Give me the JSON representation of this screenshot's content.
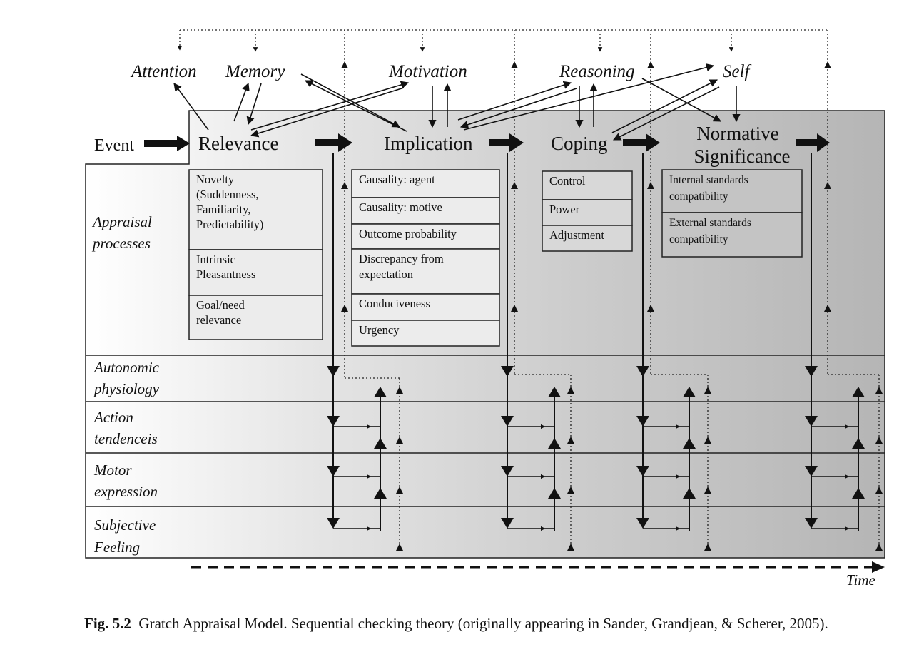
{
  "cognition": {
    "attention": "Attention",
    "memory": "Memory",
    "motivation": "Motivation",
    "reasoning": "Reasoning",
    "self": "Self"
  },
  "event": "Event",
  "stages": {
    "relevance": "Relevance",
    "implication": "Implication",
    "coping": "Coping",
    "normative_line1": "Normative",
    "normative_line2": "Significance"
  },
  "rows": {
    "appraisal_line1": "Appraisal",
    "appraisal_line2": "processes",
    "autonomic_line1": "Autonomic",
    "autonomic_line2": "physiology",
    "action_line1": "Action",
    "action_line2": "tendenceis",
    "motor_line1": "Motor",
    "motor_line2": "expression",
    "subjective_line1": "Subjective",
    "subjective_line2": "Feeling"
  },
  "relevance_checks": [
    [
      "Novelty",
      "(Suddenness,",
      "Familiarity,",
      "Predictability)"
    ],
    [
      "Intrinsic",
      "Pleasantness"
    ],
    [
      "Goal/need",
      "relevance"
    ]
  ],
  "implication_checks": [
    [
      "Causality: agent"
    ],
    [
      "Causality: motive"
    ],
    [
      "Outcome probability"
    ],
    [
      "Discrepancy from",
      "expectation"
    ],
    [
      "Conduciveness"
    ],
    [
      "Urgency"
    ]
  ],
  "coping_checks": [
    [
      "Control"
    ],
    [
      "Power"
    ],
    [
      "Adjustment"
    ]
  ],
  "normative_checks": [
    [
      "Internal standards",
      "compatibility"
    ],
    [
      "External standards",
      "compatibility"
    ]
  ],
  "time_label": "Time",
  "caption": {
    "label": "Fig. 5.2",
    "text": "Gratch Appraisal Model. Sequential checking theory (originally appearing in Sander, Grandjean, & Scherer, 2005)."
  }
}
